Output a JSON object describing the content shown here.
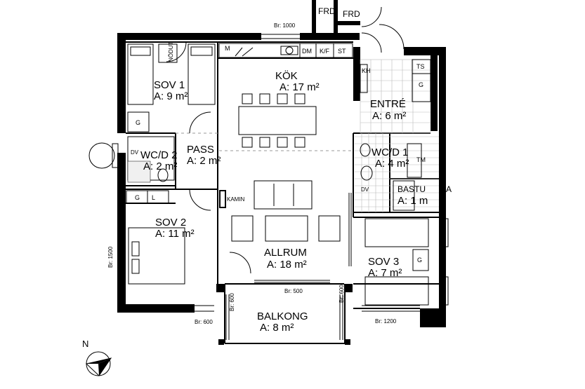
{
  "rooms": {
    "sov1": {
      "name": "SOV 1",
      "area": "A: 9 m²"
    },
    "kok": {
      "name": "KÖK",
      "area": "A: 17 m²"
    },
    "entre": {
      "name": "ENTRÉ",
      "area": "A: 6 m²"
    },
    "wcd2": {
      "name": "WC/D 2",
      "area": "A: 2 m²"
    },
    "pass": {
      "name": "PASS",
      "area": "A: 2 m²"
    },
    "wcd1": {
      "name": "WC/D 1",
      "area": "A: 4 m²"
    },
    "bastu": {
      "name": "BASTU",
      "area": "A: 1 m"
    },
    "sov2": {
      "name": "SOV 2",
      "area": "A: 11 m²"
    },
    "allrum": {
      "name": "ALLRUM",
      "area": "A: 18 m²"
    },
    "sov3": {
      "name": "SOV 3",
      "area": "A: 7 m²"
    },
    "balkong": {
      "name": "BALKONG",
      "area": "A: 8 m²"
    }
  },
  "labels": {
    "frd_a": "FRD",
    "frd_b": "FRD",
    "nodut": "NÖDUT",
    "m": "M",
    "dm": "DM",
    "kf": "K/F",
    "st": "ST",
    "kh": "KH",
    "ts": "TS",
    "g_entre": "G",
    "g_sov1": "G",
    "dv_wc2": "DV",
    "g_sov2": "G",
    "l_sov2": "L",
    "kamin": "KAMIN",
    "dv_wc1": "DV",
    "tm": "TM",
    "ba": "BA",
    "g_sov3": "G"
  },
  "dimensions": {
    "br_top": "Br: 1000",
    "br_left": "Br: 1500",
    "br_sov2": "Br: 600",
    "br_bal_left": "Br: 600",
    "br_bal_right": "Br: 600",
    "br_bal_top": "Br: 500",
    "br_sov3": "Br: 1200"
  },
  "compass": {
    "label": "N"
  }
}
